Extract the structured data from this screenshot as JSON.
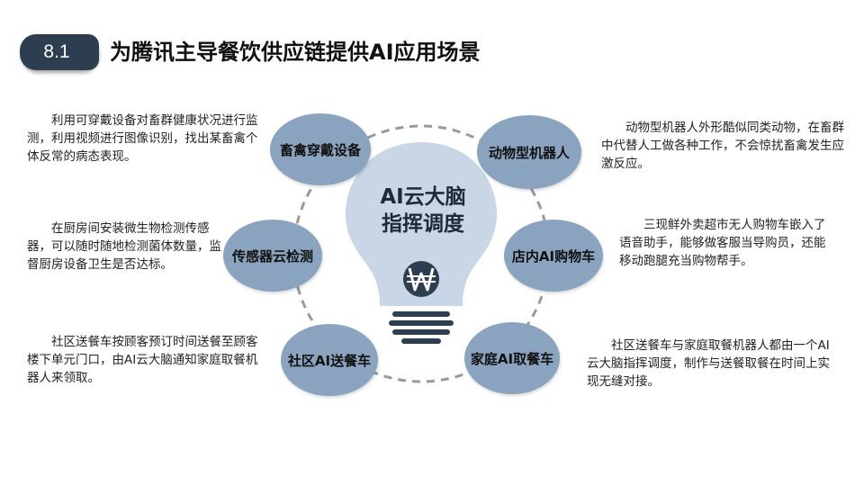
{
  "header": {
    "section_number": "8.1",
    "title": "为腾讯主导餐饮供应链提供AI应用场景"
  },
  "center": {
    "line1": "AI云大脑",
    "line2": "指挥调度"
  },
  "nodes": {
    "wearable": "畜禽穿戴设备",
    "robot": "动物型机器人",
    "sensor": "传感器云检测",
    "cart": "店内AI购物车",
    "delivery": "社区AI送餐车",
    "pickup": "家庭AI取餐车"
  },
  "descriptions": {
    "wearable": "利用可穿戴设备对畜群健康状况进行监测，利用视频进行图像识别，找出某畜禽个体反常的病态表现。",
    "robot": "动物型机器人外形酷似同类动物，在畜群中代替人工做各种工作，不会惊扰畜禽发生应激反应。",
    "sensor": "在厨房间安装微生物检测传感器，可以随时随地检测菌体数量，监督厨房设备卫生是否达标。",
    "cart": "三现鲜外卖超市无人购物车嵌入了语音助手，能够做客服当导购员，还能移动跑腿充当购物帮手。",
    "delivery": "社区送餐车按顾客预订时间送餐至顾客楼下单元门口，由AI云大脑通知家庭取餐机器人来领取。",
    "pickup": "社区送餐车与家庭取餐机器人都由一个AI云大脑指挥调度，制作与送餐取餐在时间上实现无缝对接。"
  },
  "colors": {
    "badge": "#2d3e50",
    "node_fill": "#8aa4bf",
    "bulb_fill": "#c9d6e6",
    "bulb_base": "#2d3e50",
    "ring": "#9a9a9a"
  }
}
